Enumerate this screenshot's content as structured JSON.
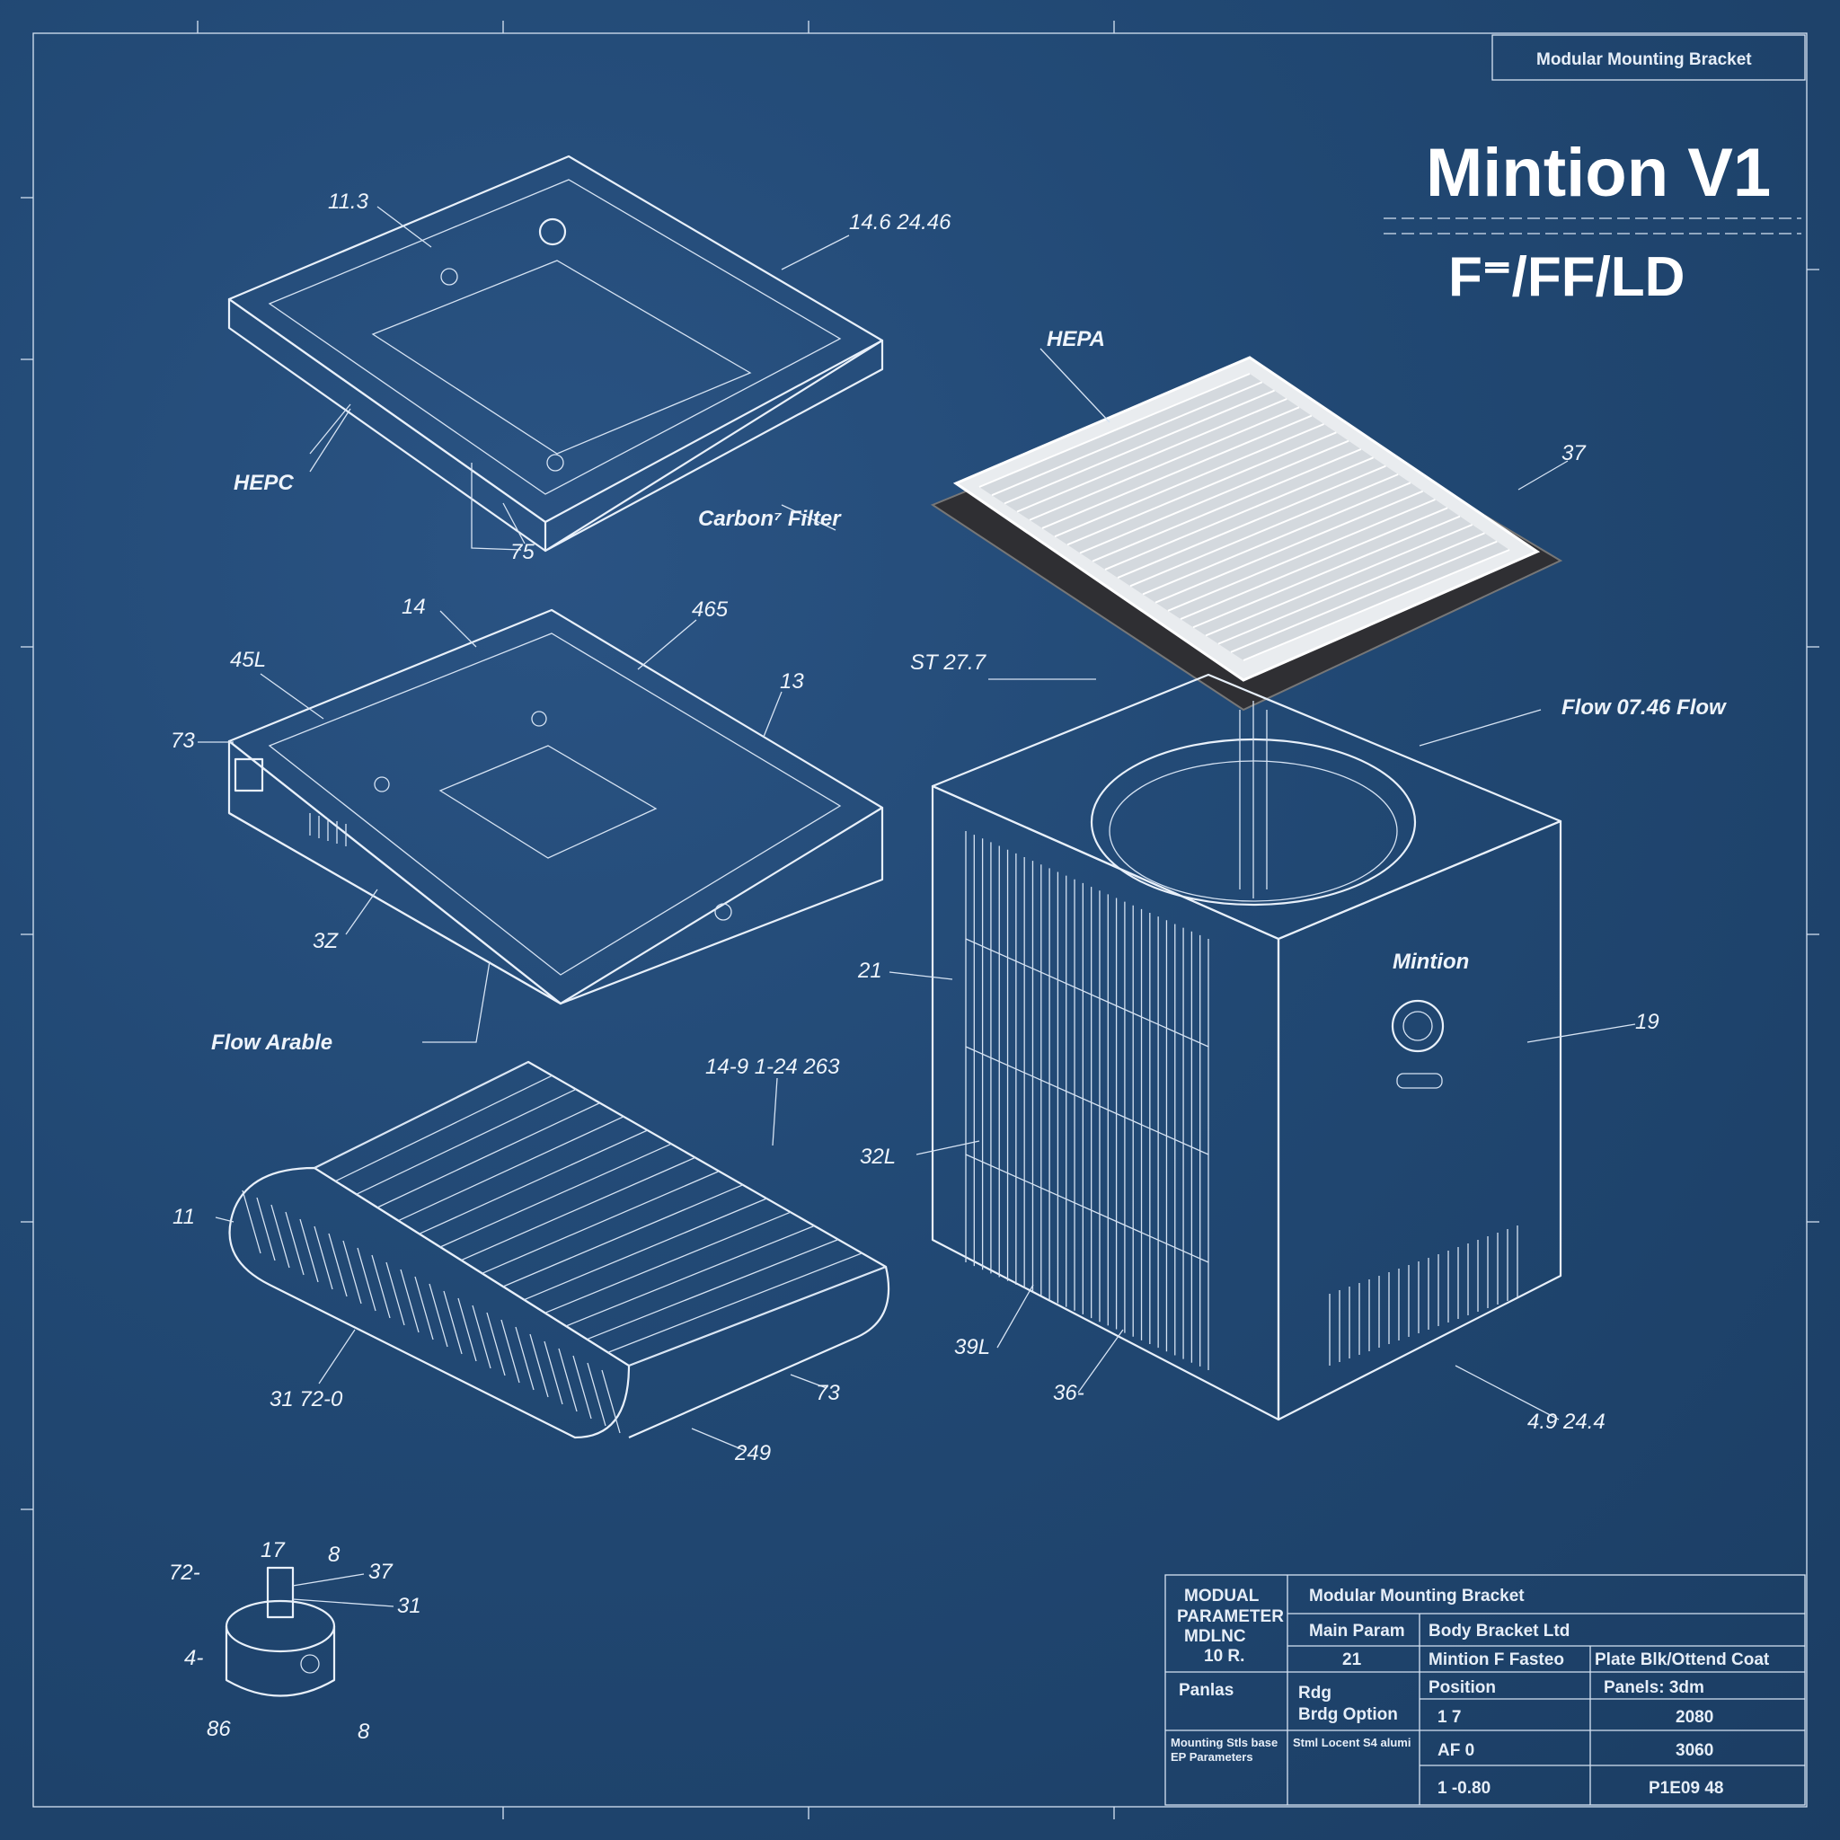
{
  "header": {
    "title_box": "Modular Mounting Bracket",
    "title": "Mintion V1",
    "subtitle": "F⁼/FF/LD"
  },
  "labels": [
    "11.3",
    "14.6 24.46",
    "HEPC",
    "75",
    "Carbon⁷ Filter",
    "HEPA",
    "37",
    "14",
    "465",
    "45L",
    "13",
    "73",
    "ST 27.7",
    "Flow 07.46 Flow",
    "3Z",
    "21",
    "Mintion",
    "19",
    "Flow Arable",
    "14-9 1-24 263",
    "32L",
    "11",
    "31 72-0",
    "73",
    "249",
    "39L",
    "36-",
    "4.9 24.4",
    "72-",
    "17",
    "8",
    "37",
    "31",
    "4-",
    "86",
    "8"
  ],
  "title_block": {
    "left_header": [
      "MODUAL",
      "PARAMETER",
      "MDLNC",
      "10 R."
    ],
    "header_row": "Modular Mounting Bracket",
    "row1": [
      "Main Param",
      "Body Bracket Ltd"
    ],
    "row2": [
      "21",
      "Mintion F Fasteo",
      "Plate Blk/Ottend Coat"
    ],
    "row3": [
      "Panlas",
      "Rdg",
      "Position",
      "Panels: 3dm"
    ],
    "row3b": [
      "Brdg Option",
      "1      7",
      "2080"
    ],
    "row4": [
      "Mounting Stls base EP Parameters",
      "Stml Locent S4 alumi",
      "AF     0",
      "3060"
    ],
    "row5": [
      "1      -0.80",
      "P1E09 48"
    ]
  },
  "colors": {
    "background": "#214873",
    "line": "#e8f0fa",
    "carbon": "#2f2f33",
    "hepa": "#e9ecef"
  }
}
